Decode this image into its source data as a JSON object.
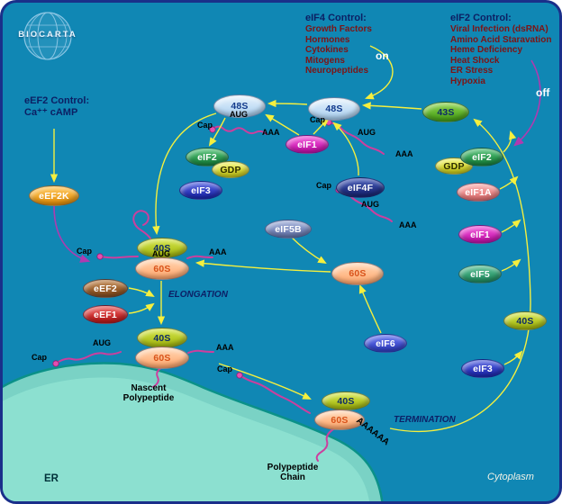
{
  "logo": {
    "text": "BIOCARTA"
  },
  "panels": {
    "eif4_control": {
      "title": "eIF4 Control:",
      "items": [
        "Growth Factors",
        "Hormones",
        "Cytokines",
        "Mitogens",
        "Neuropeptides"
      ]
    },
    "eif2_control": {
      "title": "eIF2 Control:",
      "items": [
        "Viral Infection (dsRNA)",
        "Amino Acid Staravation",
        "Heme Deficiency",
        "Heat Shock",
        "ER Stress",
        "Hypoxia"
      ]
    },
    "eef2_control": {
      "title": "eEF2 Control:",
      "subtitle": "Ca⁺⁺ cAMP"
    }
  },
  "switches": {
    "on": "on",
    "off": "off"
  },
  "nodes": {
    "s48_a": "48S",
    "s48_b": "48S",
    "s43": "43S",
    "eif1_mid": "eIF1",
    "eif2_left": "eIF2",
    "gdp_left": "GDP",
    "eif3_left": "eIF3",
    "eif4f": "eIF4F",
    "gdp_right": "GDP",
    "eif2_right": "eIF2",
    "eif1a": "eIF1A",
    "eif1_right": "eIF1",
    "eif5": "eIF5",
    "eif5b": "eIF5B",
    "s60_free": "60S",
    "eif6": "eIF6",
    "s40_right": "40S",
    "eif3_right": "eIF3",
    "s40_init": "40S",
    "s60_init": "60S",
    "s40_er": "40S",
    "s60_er": "60S",
    "s40_term": "40S",
    "s60_term": "60S",
    "eef2k": "eEF2K",
    "eef2": "eEF2",
    "eef1": "eEF1"
  },
  "labels": {
    "cap": "Cap",
    "aug": "AUG",
    "aaa": "AAA",
    "poly_a": "AAAAAA",
    "elongation": "ELONGATION",
    "termination": "TERMINATION",
    "nascent_polypeptide": "Nascent\nPolypeptide",
    "polypeptide_chain": "Polypeptide\nChain"
  },
  "regions": {
    "er": "ER",
    "cytoplasm": "Cytoplasm"
  },
  "colors": {
    "background": "#1087b4",
    "frame_border": "#1a2f8a",
    "arrow": "#f5ef3e",
    "inhibition": "#b03ab0",
    "mrna": "#cc3f9e",
    "er_fill": "#7ad2c5",
    "er_outline": "#0b9188",
    "node_40s": "#b9cc1e",
    "node_60s": "#ffbe8e",
    "node_48s": "#b9d9f2",
    "node_43s": "#53b41e",
    "node_eif1": "#e01bc4",
    "node_eif1a": "#f08a8a",
    "node_eif2": "#1f9e45",
    "node_eif3": "#2233cc",
    "node_eif4f": "#1d2f92",
    "node_eif5": "#2aa375",
    "node_eif5b": "#7b8cc2",
    "node_eif6": "#4050dd",
    "node_gdp": "#dddf2a",
    "node_eef2k": "#f2a112",
    "node_eef2": "#9e5f2a",
    "node_eef1": "#d32020"
  }
}
